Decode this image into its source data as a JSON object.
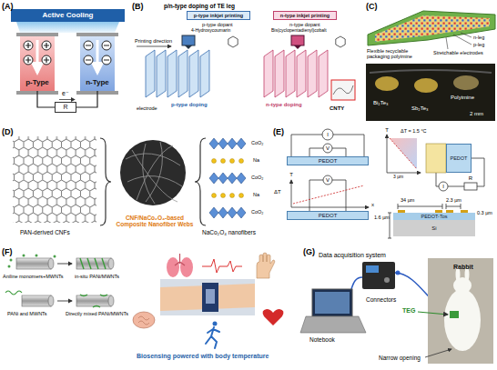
{
  "diagram": {
    "nodes": [
      {
        "text": [
          "Active Cooling"
        ]
      },
      {
        "text": [
          "p-Type"
        ]
      },
      {
        "text": [
          "n-Type"
        ]
      },
      {
        "text": [
          "R"
        ]
      },
      {
        "text": [
          "p-type inkjet printing"
        ]
      },
      {
        "text": [
          "n-type inkjet printing"
        ]
      },
      {
        "text": [
          "PEDOT"
        ]
      },
      {
        "text": [
          "PEDOT"
        ]
      },
      {
        "text": [
          "PEDOT"
        ]
      },
      {
        "text": [
          "PEDOT-Tos"
        ]
      },
      {
        "text": [
          "Si"
        ]
      }
    ],
    "edges": [
      {
        "from": 1,
        "to": 3,
        "arrow": "none"
      },
      {
        "from": 3,
        "to": 2,
        "arrow": "none"
      }
    ],
    "labels": [
      "(A)",
      "e⁻",
      "(B)",
      "p/n-type doping of TE leg",
      "p-type dopant",
      "n-type dopant",
      "4-Hydroxycoumarin",
      "Bis(cyclopentadienyl)cobalt",
      "Printing direction",
      "electrode",
      "p-type doping",
      "n-type doping",
      "CNTY",
      "(C)",
      "Flexible recyclable packaging polyimine",
      "n-leg",
      "p-leg",
      "Stretchable electrodes",
      "Bi₂Te₃",
      "Sb₂Te₃",
      "Polyimine",
      "2 mm",
      "(D)",
      "PAN-derived CNFs",
      "CNF/NaCo₂O₄-based Composite Nanofiber Webs",
      "NaCo₂O₄ nanofibers",
      "CoO₂",
      "Na",
      "CoO₂",
      "Na",
      "CoO₂",
      "(E)",
      "V",
      "I",
      "ΔT = 1.5 °C",
      "T",
      "3 µm",
      "V",
      "ΔT",
      "T",
      "x",
      "I",
      "R",
      "34 µm",
      "2.3 µm",
      "1.6 µm",
      "0.3 µm",
      "(F)",
      "Aniline monomers+MWNTs",
      "in-situ PANi/MWNTs",
      "PANi and MWNTs",
      "Directly mixed PANi/MWNTs",
      "Biosensing powered with body temperature",
      "(G)",
      "Data acquisition system",
      "Connectors",
      "Notebook",
      "TEG",
      "Rabbit",
      "Narrow opening"
    ]
  }
}
